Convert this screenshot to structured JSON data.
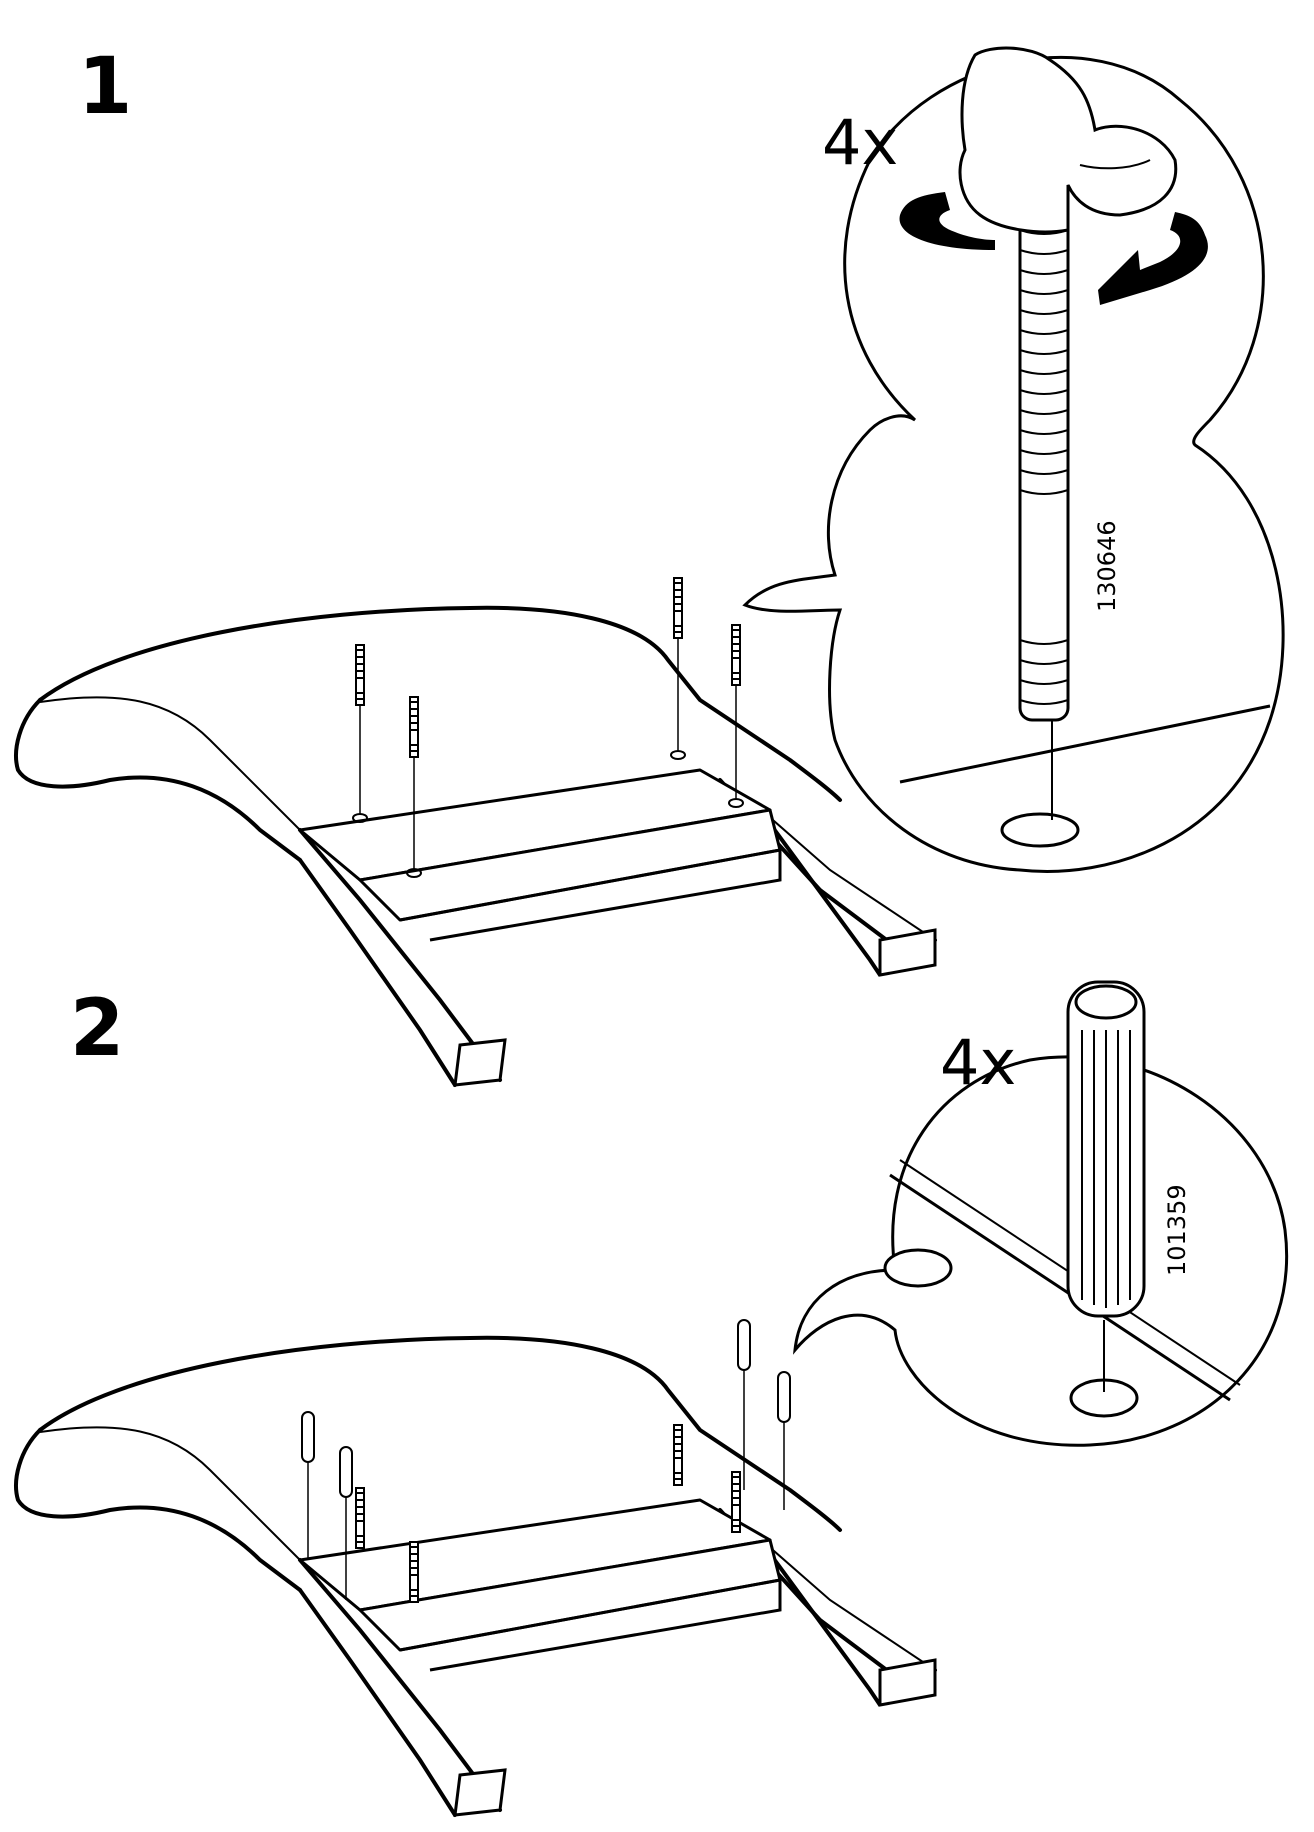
{
  "steps": [
    {
      "number": "1",
      "quantity": "4x",
      "part_number": "130646"
    },
    {
      "number": "2",
      "quantity": "4x",
      "part_number": "101359"
    }
  ]
}
